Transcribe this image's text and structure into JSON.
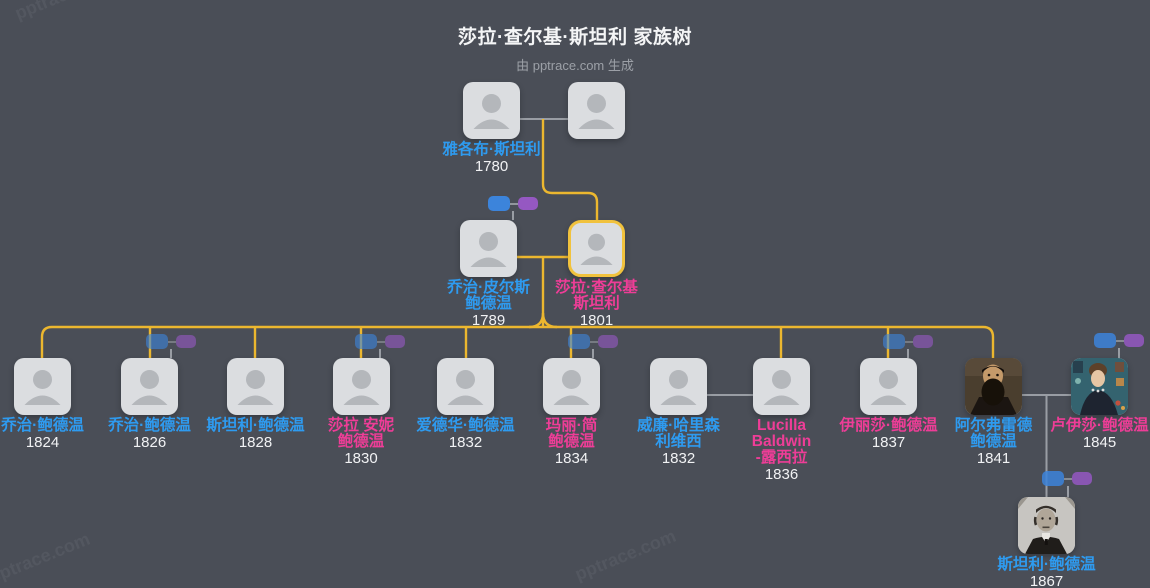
{
  "header": {
    "title": "莎拉·查尔基·斯坦利 家族树",
    "subtitle": "由 pptrace.com 生成"
  },
  "watermark_text": "pptrace.com",
  "colors": {
    "background": "#4A4E57",
    "card": "#DBDDE0",
    "male_name": "#2E9BF0",
    "female_name": "#EE3D97",
    "year_text": "#F1F2F4",
    "tree_line_yellow": "#ECB72F",
    "tree_line_gray": "#999DA4",
    "highlight_border": "#F1C23D",
    "marker_blue": "#3C84DB",
    "marker_purple": "#9558C2"
  },
  "persons": [
    {
      "id": "jacob",
      "name_lines": [
        "雅各布·斯坦利"
      ],
      "year": "1780",
      "gender": "male",
      "photo": "silhouette",
      "highlighted": false
    },
    {
      "id": "jacob-spouse",
      "name_lines": [],
      "year": "",
      "gender": "unknown",
      "photo": "silhouette",
      "highlighted": false
    },
    {
      "id": "george-pearce",
      "name_lines": [
        "乔治·皮尔斯",
        "鲍德温"
      ],
      "year": "1789",
      "gender": "male",
      "photo": "silhouette",
      "highlighted": false
    },
    {
      "id": "sarah-chalkey",
      "name_lines": [
        "莎拉·查尔基",
        "斯坦利"
      ],
      "year": "1801",
      "gender": "female",
      "photo": "silhouette",
      "highlighted": true
    },
    {
      "id": "george-1824",
      "name_lines": [
        "乔治·鲍德温"
      ],
      "year": "1824",
      "gender": "male",
      "photo": "silhouette",
      "highlighted": false
    },
    {
      "id": "george-1826",
      "name_lines": [
        "乔治·鲍德温"
      ],
      "year": "1826",
      "gender": "male",
      "photo": "silhouette",
      "highlighted": false
    },
    {
      "id": "stanley-1828",
      "name_lines": [
        "斯坦利·鲍德温"
      ],
      "year": "1828",
      "gender": "male",
      "photo": "silhouette",
      "highlighted": false
    },
    {
      "id": "sarah-anne",
      "name_lines": [
        "莎拉 安妮",
        "鲍德温"
      ],
      "year": "1830",
      "gender": "female",
      "photo": "silhouette",
      "highlighted": false
    },
    {
      "id": "edward",
      "name_lines": [
        "爱德华·鲍德温"
      ],
      "year": "1832",
      "gender": "male",
      "photo": "silhouette",
      "highlighted": false
    },
    {
      "id": "mary-jane",
      "name_lines": [
        "玛丽·简",
        "鲍德温"
      ],
      "year": "1834",
      "gender": "female",
      "photo": "silhouette",
      "highlighted": false
    },
    {
      "id": "william-harrison",
      "name_lines": [
        "威廉·哈里森",
        "利维西"
      ],
      "year": "1832",
      "gender": "male",
      "photo": "silhouette",
      "highlighted": false
    },
    {
      "id": "lucilla",
      "name_lines": [
        "Lucilla",
        "Baldwin",
        "-露西拉"
      ],
      "year": "1836",
      "gender": "female",
      "photo": "silhouette",
      "highlighted": false
    },
    {
      "id": "eliza",
      "name_lines": [
        "伊丽莎·鲍德温"
      ],
      "year": "1837",
      "gender": "female",
      "photo": "silhouette",
      "highlighted": false
    },
    {
      "id": "alfred",
      "name_lines": [
        "阿尔弗雷德",
        "鲍德温"
      ],
      "year": "1841",
      "gender": "male",
      "photo": "painted-portrait-bearded-man",
      "highlighted": false
    },
    {
      "id": "louisa",
      "name_lines": [
        "卢伊莎·鲍德温"
      ],
      "year": "1845",
      "gender": "female",
      "photo": "painted-portrait-woman",
      "highlighted": false
    },
    {
      "id": "stanley-1867",
      "name_lines": [
        "斯坦利·鲍德温"
      ],
      "year": "1867",
      "gender": "male",
      "photo": "bw-photo-man",
      "highlighted": false
    }
  ]
}
